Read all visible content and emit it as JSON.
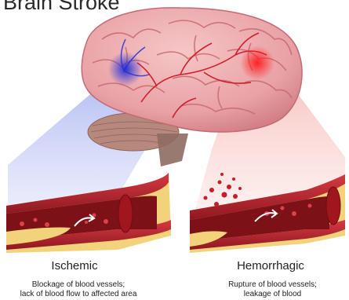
{
  "title": "Brain Stroke",
  "panels": {
    "ischemic": {
      "label": "Ischemic",
      "desc_line1": "Blockage of blood vessels;",
      "desc_line2": "lack of blood flow to affected area",
      "accent": "#2f3fd6"
    },
    "hemorrhagic": {
      "label": "Hemorrhagic",
      "desc_line1": "Rupture of blood vessels;",
      "desc_line2": "leakage of blood",
      "accent": "#e8262a"
    }
  },
  "colors": {
    "brain": "#e9a5a8",
    "brain_fold": "#c9686e",
    "vessel": "#b5202a",
    "plaque": "#f2d27a",
    "cerebellum": "#b7897c"
  }
}
